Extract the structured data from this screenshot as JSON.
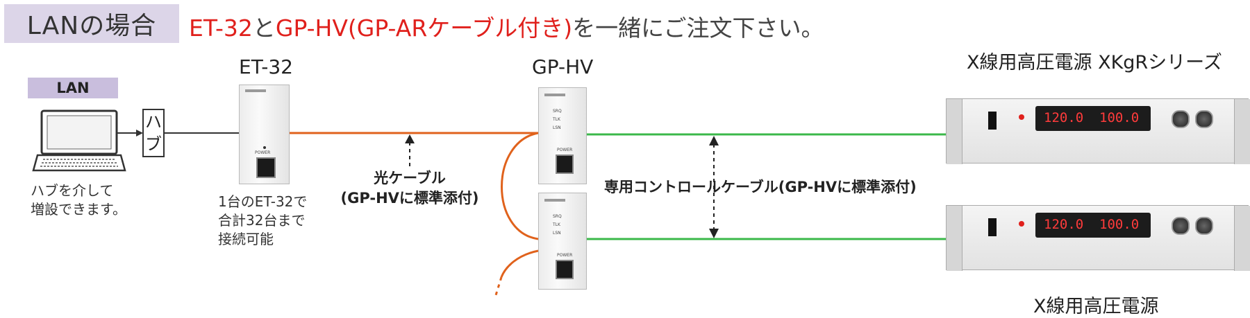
{
  "header": {
    "title": "LANの場合",
    "headline_parts": [
      {
        "text": "ET-32",
        "color": "#e0201c"
      },
      {
        "text": "と",
        "color": "#444444"
      },
      {
        "text": "GP-HV(GP-ARケーブル付き)",
        "color": "#e0201c"
      },
      {
        "text": "を一緒にご注文下さい。",
        "color": "#444444"
      }
    ]
  },
  "pc": {
    "badge": "LAN",
    "note_lines": [
      "ハブを介して",
      "増設できます。"
    ]
  },
  "hub": {
    "label_lines": [
      "ハ",
      "ブ"
    ]
  },
  "et32": {
    "label": "ET-32",
    "power_label": "POWER",
    "note_lines": [
      "1台のET-32で",
      "合計32台まで",
      "接続可能"
    ]
  },
  "gphv": {
    "label": "GP-HV",
    "indicators": [
      "SRQ",
      "TLK",
      "LSN"
    ],
    "power_label": "POWER"
  },
  "optical_cable": {
    "label_lines": [
      "光ケーブル",
      "(GP-HVに標準添付)"
    ]
  },
  "control_cable": {
    "label": "専用コントロールケーブル(GP-HVに標準添付)"
  },
  "power_supply_top": {
    "label": "X線用高圧電源 XKgRシリーズ",
    "display_left": "120.0",
    "display_right": "100.0"
  },
  "power_supply_bottom": {
    "label": "X線用高圧電源",
    "display_left": "120.0",
    "display_right": "100.0"
  },
  "colors": {
    "optical_cable": "#e0621c",
    "control_cable": "#3bb84a",
    "lan_cable": "#333333",
    "accent_red": "#e0201c",
    "title_bg": "#dcd5e8",
    "badge_bg": "#c9bedd"
  },
  "icons": [
    "laptop-icon",
    "arrow-icon",
    "double-arrow-icon"
  ]
}
